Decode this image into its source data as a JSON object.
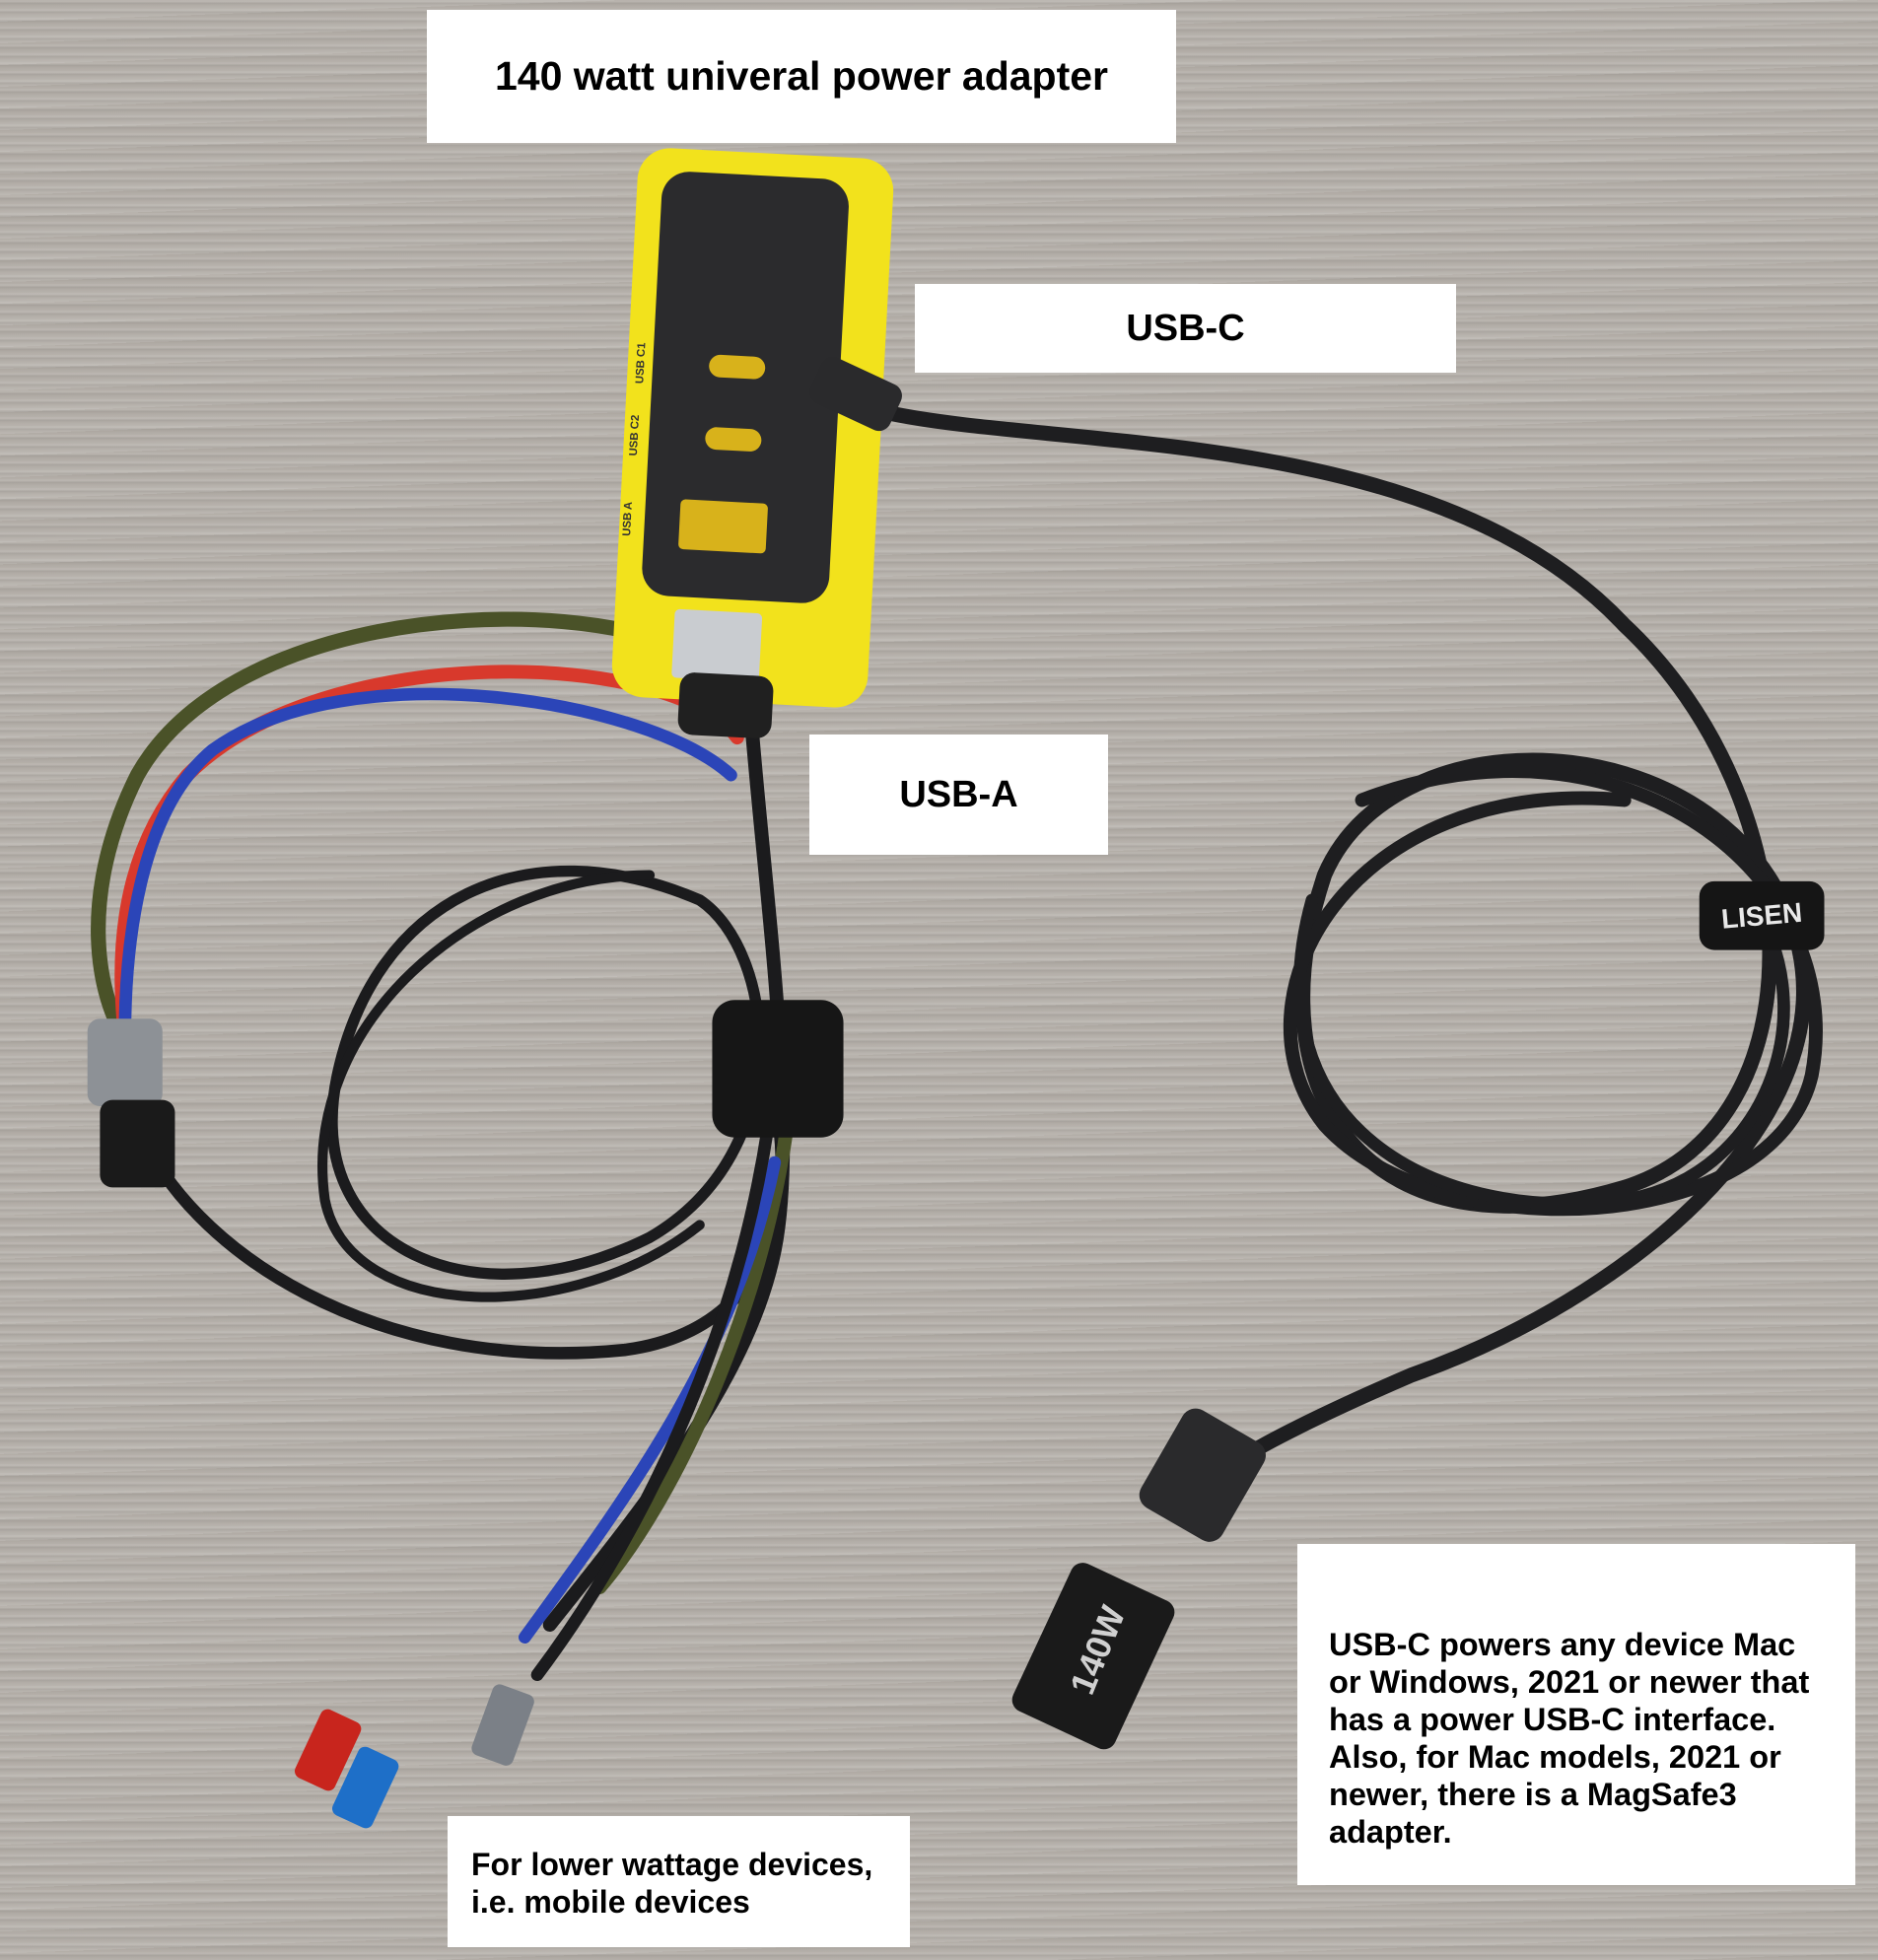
{
  "labels": {
    "title": "140 watt univeral power adapter",
    "usb_c": "USB-C",
    "usb_a": "USB-A",
    "lower_wattage": "For lower wattage devices, i.e. mobile devices",
    "usb_c_description": "USB-C powers any device Mac or Windows, 2021 or newer that has a power USB-C interface. Also, for Mac models, 2021 or newer, there is a MagSafe3 adapter."
  },
  "product_markings": {
    "port_c1": "USB C1",
    "port_c2": "USB C2",
    "port_a": "USB A",
    "brand_strap": "LISEN",
    "magsafe_tip": "140W"
  },
  "colors": {
    "adapter_yellow": "#f2e21c",
    "cable_black": "#1b1b1d",
    "cable_red": "#d8392c",
    "cable_blue": "#2b45b8",
    "cable_green": "#4a5228"
  }
}
